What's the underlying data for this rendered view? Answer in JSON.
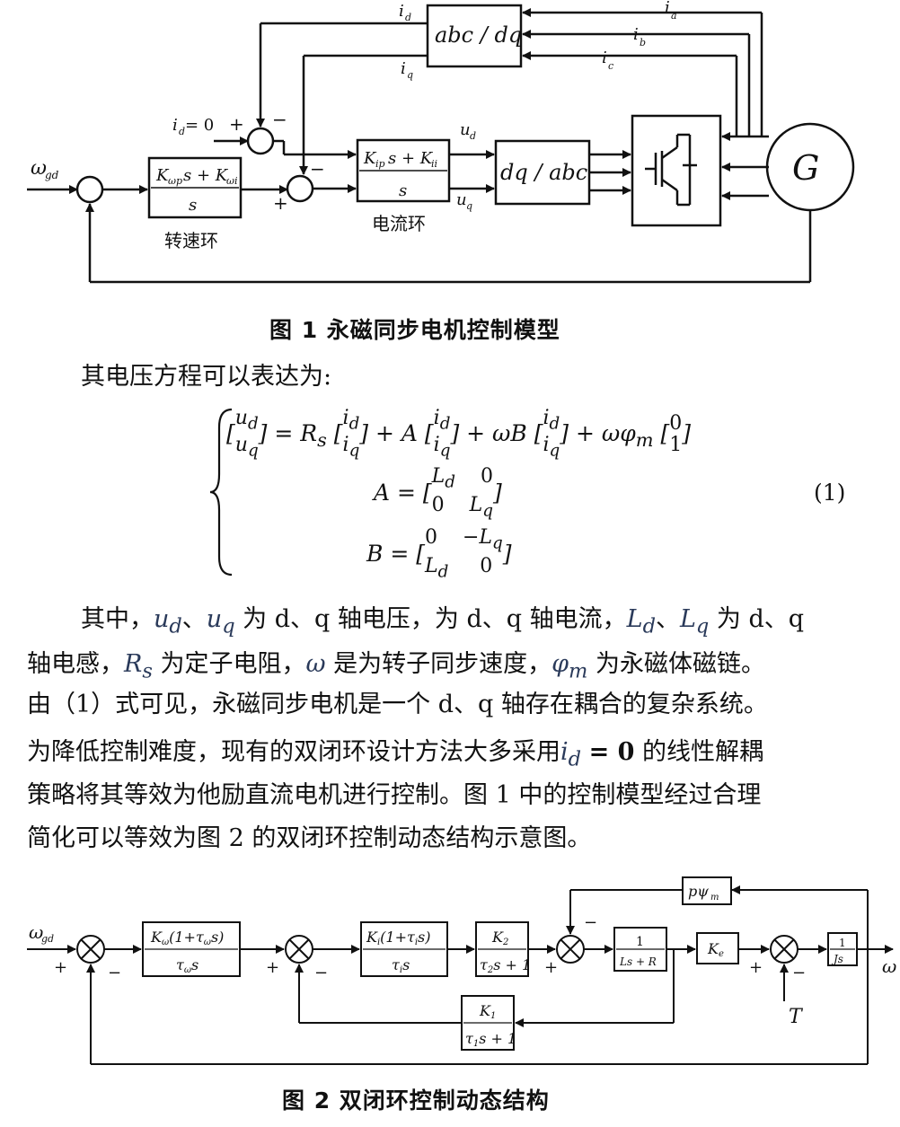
{
  "fig1": {
    "caption": "图 1   永磁同步电机控制模型",
    "labels": {
      "omega_gd": "ω",
      "omega_gd_sub": "gd",
      "speed_block_num": "K",
      "speed_block_den": "s",
      "speed_loop": "转速环",
      "current_block_den": "s",
      "current_loop": "电流环",
      "abc_dq": "abc / dq",
      "dq_abc": "dq / abc",
      "G": "G",
      "id_zero": "i",
      "id_zero_rest": " = 0",
      "plus": "+",
      "minus": "−",
      "ud": "u",
      "uq": "u",
      "id": "i",
      "iq": "i",
      "ia": "i",
      "ib": "i",
      "ic": "i"
    }
  },
  "text": {
    "intro": "其电压方程可以表达为:",
    "eq_number": "(1)",
    "p1_l1_a": "其中，",
    "p1_l1_b": "、",
    "p1_l1_c": " 为 d、q 轴电压，为 d、q 轴电流，",
    "p1_l1_d": "、",
    "p1_l1_e": " 为 d、q",
    "p1_l2_a": "轴电感，",
    "p1_l2_b": " 为定子电阻，",
    "p1_l2_c": " 是为转子同步速度，",
    "p1_l2_d": " 为永磁体磁链。",
    "p1_l3": "由（1）式可见，永磁同步电机是一个 d、q 轴存在耦合的复杂系统。",
    "p1_l4_a": "为降低控制难度，现有的双闭环设计方法大多采用",
    "p1_l4_b": " 的线性解耦",
    "p1_l5": "策略将其等效为他励直流电机进行控制。图 1 中的控制模型经过合理",
    "p1_l6": "简化可以等效为图 2 的双闭环控制动态结构示意图。"
  },
  "fig2": {
    "caption": "图 2   双闭环控制动态结构",
    "labels": {
      "omega_gd": "ω",
      "omega_gd_sub": "gd",
      "omega_out": "ω",
      "T": "T",
      "plus": "+",
      "minus": "−",
      "one": "1",
      "Ls_R": "Ls + R",
      "Ke": "K",
      "Js": "Js",
      "p_psi": "pψ"
    }
  }
}
